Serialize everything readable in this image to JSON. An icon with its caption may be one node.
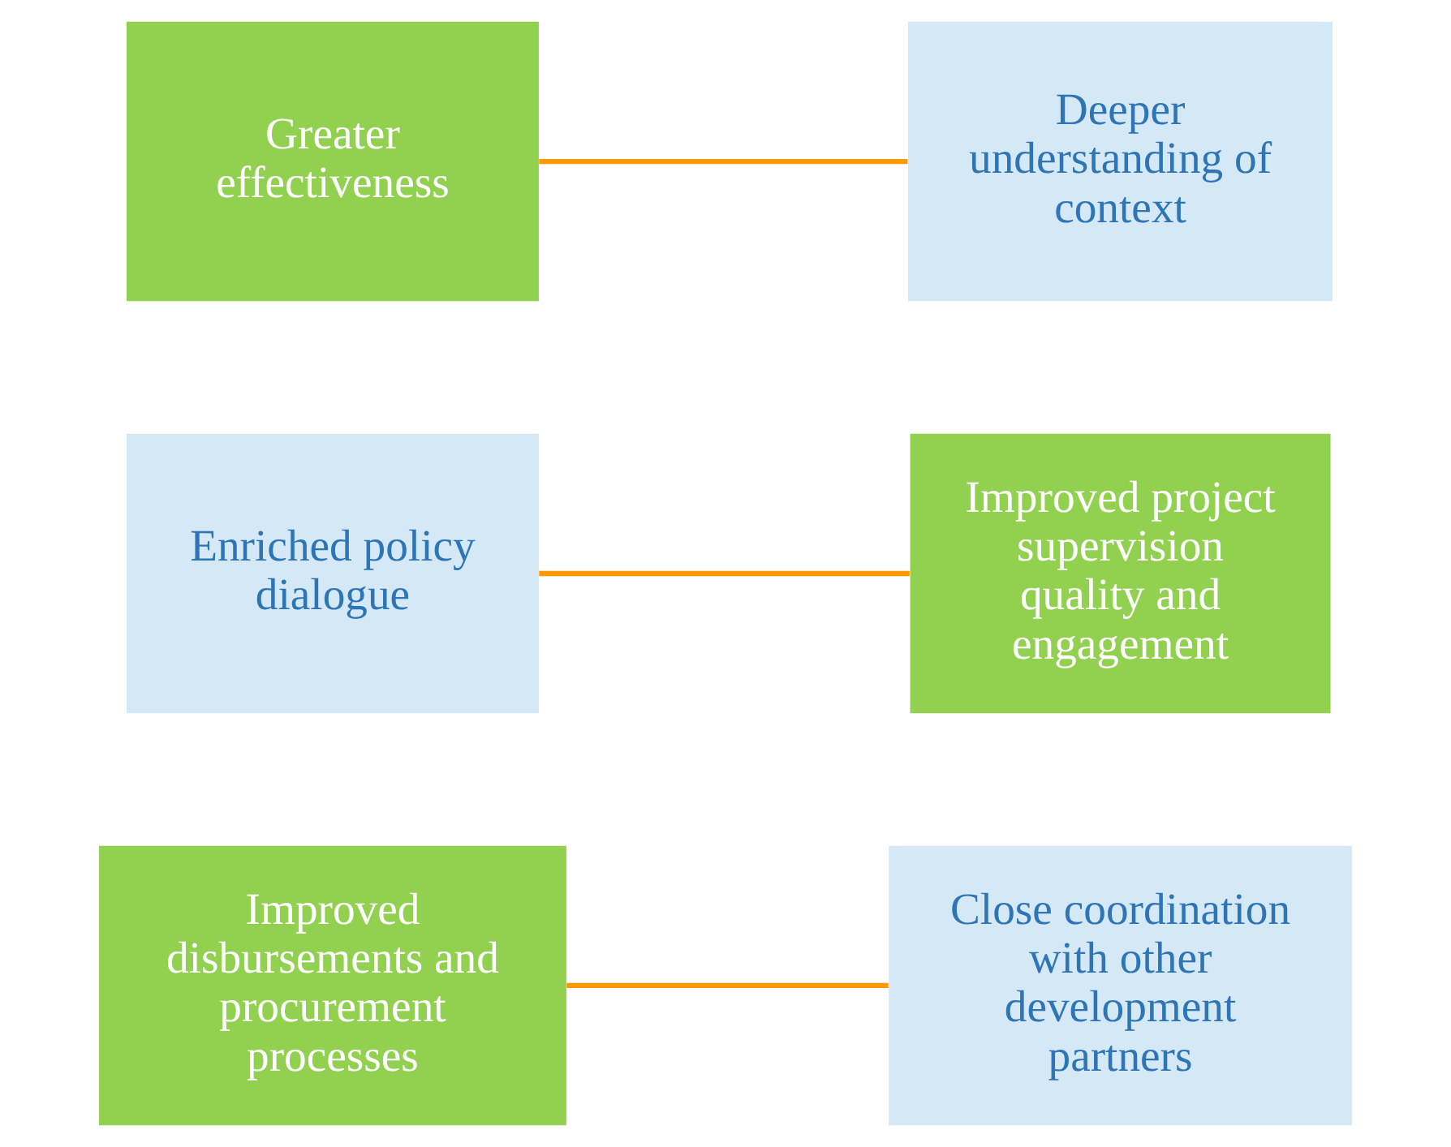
{
  "diagram": {
    "nodes": [
      {
        "text": [
          "Greater effectiveness"
        ]
      },
      {
        "text": [
          "Deeper understanding of context"
        ]
      },
      {
        "text": [
          "Enriched policy dialogue"
        ]
      },
      {
        "text": [
          "Improved project supervision quality and engagement"
        ]
      },
      {
        "text": [
          "Improved disbursements and procurement processes"
        ]
      },
      {
        "text": [
          "Close coordination with other development partners"
        ]
      }
    ],
    "edges": [
      {
        "from": 0,
        "to": 1,
        "arrow": "none"
      },
      {
        "from": 2,
        "to": 3,
        "arrow": "none"
      },
      {
        "from": 4,
        "to": 5,
        "arrow": "none"
      }
    ]
  }
}
